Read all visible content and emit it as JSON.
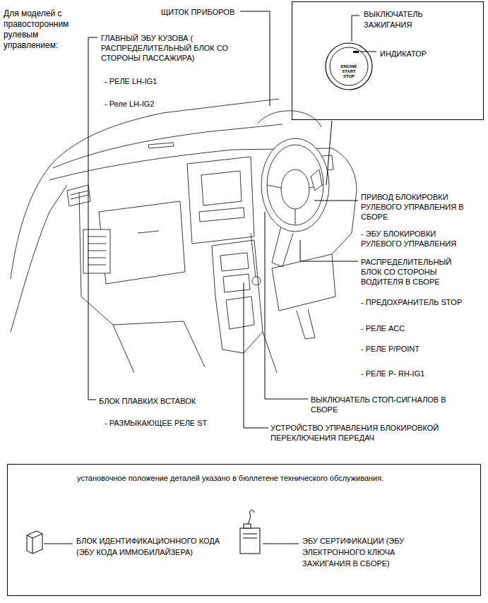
{
  "diagram": {
    "nodes": [
      {
        "text": [
          "ВЫКЛЮЧАТЕЛЬ ЗАЖИГАНИЯ",
          "ИНДИКАТОР"
        ]
      },
      {
        "text": [
          "ENGINE START STOP"
        ],
        "in": 0
      },
      {
        "text": [
          "установочное положение деталей указано в бюллетене технического обслуживания.",
          "БЛОК ИДЕНТИФИКАЦИОННОГО КОДА (ЭБУ КОДА ИММОБИЛАЙЗЕРА)",
          "ЭБУ СЕРТИФИКАЦИИ (ЭБУ ЭЛЕКТРОННОГО КЛЮЧА ЗАЖИГАНИЯ В СБОРЕ)"
        ]
      }
    ],
    "labels": [
      "Для моделей с правосторонним рулевым управлением:",
      "ЩИТОК ПРИБОРОВ",
      "ГЛАВНЫЙ ЭБУ КУЗОВА ( РАСПРЕДЕЛИТЕЛЬНЫЙ БЛОК СО СТОРОНЫ ПАССАЖИРА)",
      "- РЕЛЕ LH-IG1",
      "- Реле LH-IG2",
      "ПРИВОД БЛОКИРОВКИ РУЛЕВОГО УПРАВЛЕНИЯ В СБОРЕ",
      "- ЭБУ БЛОКИРОВКИ РУЛЕВОГО УПРАВЛЕНИЯ",
      "РАСПРЕДЕЛИТЕЛЬНЫЙ БЛОК СО СТОРОНЫ ВОДИТЕЛЯ В СБОРЕ",
      "- ПРЕДОХРАНИТЕЛЬ STOP",
      "- РЕЛЕ ACC",
      "- РЕЛЕ P/POINT",
      "- РЕЛЕ P- RH-IG1",
      "БЛОК ПЛАВКИХ ВСТАВОК",
      "- РАЗМЫКАЮЩЕЕ РЕЛЕ ST",
      "ВЫКЛЮЧАТЕЛЬ СТОП-СИГНАЛОВ В СБОРЕ",
      "УСТРОЙСТВО УПРАВЛЕНИЯ БЛОКИРОВКОЙ ПЕРЕКЛЮЧЕНИЯ ПЕРЕДАЧ"
    ]
  }
}
